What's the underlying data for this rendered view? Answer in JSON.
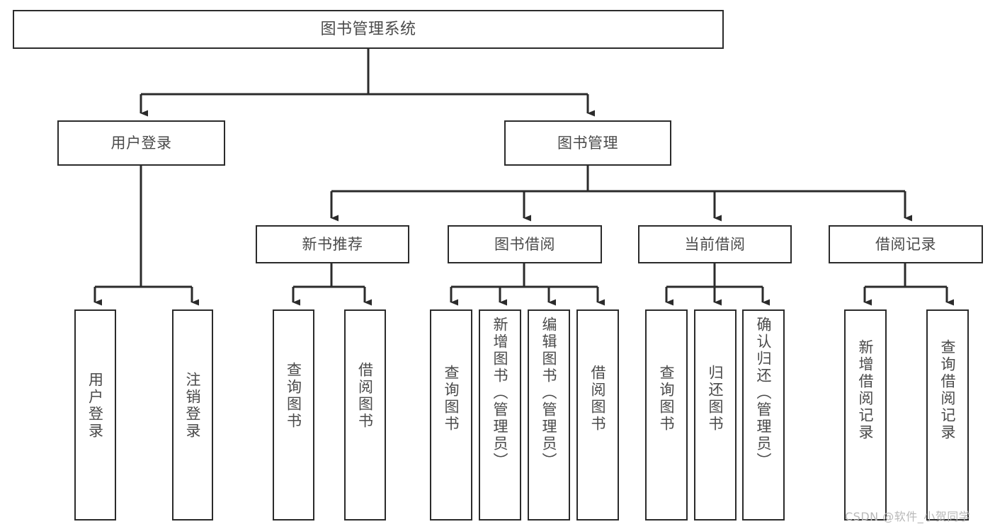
{
  "diagram": {
    "title": "图书管理系统",
    "type": "tree-hierarchy-chart",
    "watermark": "CSDN @软件_小贺同学",
    "colors": {
      "box_border": "#2b2b2b",
      "box_fill": "#ffffff",
      "text": "#4a4a4a",
      "edge": "#2b2b2b",
      "watermark": "#b8b8b8",
      "background": "#ffffff"
    },
    "nodes": {
      "root": {
        "label": "图书管理系统"
      },
      "level2": [
        {
          "id": "user-login",
          "label": "用户登录"
        },
        {
          "id": "book-management",
          "label": "图书管理"
        }
      ],
      "level3": [
        {
          "id": "new-book-recommend",
          "label": "新书推荐"
        },
        {
          "id": "book-borrow",
          "label": "图书借阅"
        },
        {
          "id": "current-borrow",
          "label": "当前借阅"
        },
        {
          "id": "borrow-record",
          "label": "借阅记录"
        }
      ],
      "leaves": {
        "user_login": [
          {
            "id": "leaf-user-login",
            "label": "用户登录"
          },
          {
            "id": "leaf-logout-login",
            "label": "注销登录"
          }
        ],
        "new_book_recommend": [
          {
            "id": "leaf-query-book-1",
            "label": "查询图书"
          },
          {
            "id": "leaf-borrow-book-1",
            "label": "借阅图书"
          }
        ],
        "book_borrow": [
          {
            "id": "leaf-query-book-2",
            "label": "查询图书"
          },
          {
            "id": "leaf-add-book-admin",
            "label": "新增图书（管理员）"
          },
          {
            "id": "leaf-edit-book-admin",
            "label": "编辑图书（管理员）"
          },
          {
            "id": "leaf-borrow-book-2",
            "label": "借阅图书"
          }
        ],
        "current_borrow": [
          {
            "id": "leaf-query-book-3",
            "label": "查询图书"
          },
          {
            "id": "leaf-return-book",
            "label": "归还图书"
          },
          {
            "id": "leaf-confirm-return-admin",
            "label": "确认归还（管理员）"
          }
        ],
        "borrow_record": [
          {
            "id": "leaf-add-borrow-record",
            "label": "新增借阅记录"
          },
          {
            "id": "leaf-query-borrow-record",
            "label": "查询借阅记录"
          }
        ]
      }
    }
  }
}
